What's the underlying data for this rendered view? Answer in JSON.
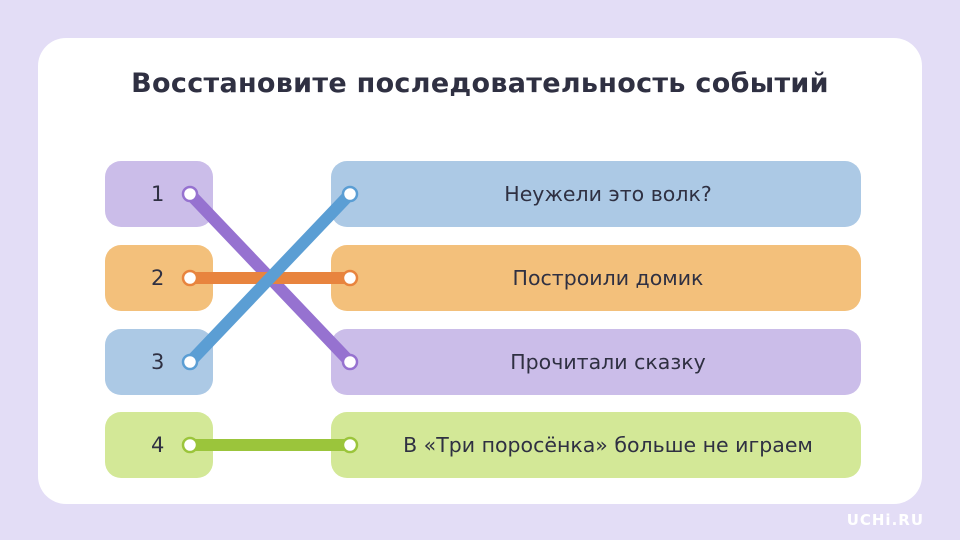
{
  "title": "Восстановите последовательность событий",
  "numbers": [
    "1",
    "2",
    "3",
    "4"
  ],
  "events": [
    "Неужели это волк?",
    "Построили домик",
    "Прочитали сказку",
    "В «Три поросёнка» больше не играем"
  ],
  "connections": [
    {
      "from": "1",
      "to": "Прочитали сказку",
      "color": "#9672d0"
    },
    {
      "from": "2",
      "to": "Построили домик",
      "color": "#e8843e"
    },
    {
      "from": "3",
      "to": "Неужели это волк?",
      "color": "#5b9ed4"
    },
    {
      "from": "4",
      "to": "В «Три поросёнка» больше не играем",
      "color": "#9bc53b"
    }
  ],
  "colors": {
    "purple": "#cbbde9",
    "orange": "#f3c07b",
    "blue": "#acc9e5",
    "green": "#d3e897",
    "background": "#e3ddf6"
  },
  "watermark": "UCHi.RU"
}
